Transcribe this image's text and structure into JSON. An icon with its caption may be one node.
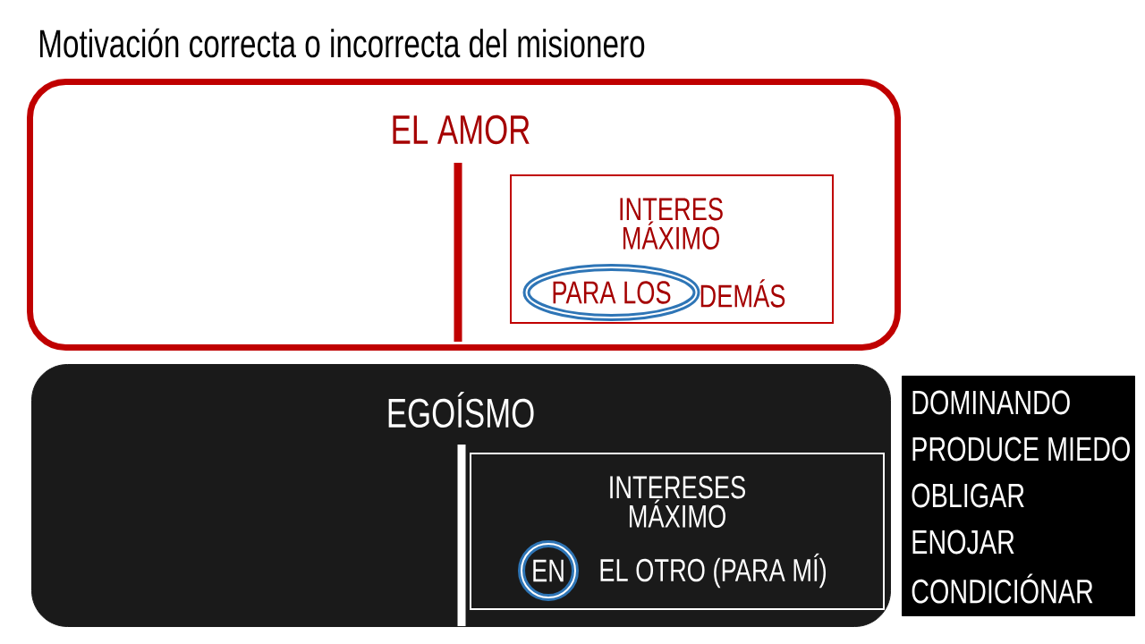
{
  "diagram": {
    "title": "Motivación correcta o incorrecta del misionero",
    "nodes": [
      {
        "text": [
          "EL AMOR"
        ]
      },
      {
        "text": [
          "INTERES MÁXIMO",
          "DEMÁS"
        ],
        "in": 0
      },
      {
        "text": [
          "PARA LOS"
        ],
        "in": 1
      },
      {
        "text": [
          "EGOÍSMO"
        ]
      },
      {
        "text": [
          "INTERESES MÁXIMO",
          "EL OTRO (PARA MÍ)"
        ],
        "in": 3
      },
      {
        "text": [
          "EN"
        ],
        "in": 4
      },
      {
        "text": [
          "DOMINANDO",
          "PRODUCE MIEDO",
          "OBLIGAR",
          "ENOJAR",
          "CONDICIÓNAR"
        ]
      }
    ]
  }
}
